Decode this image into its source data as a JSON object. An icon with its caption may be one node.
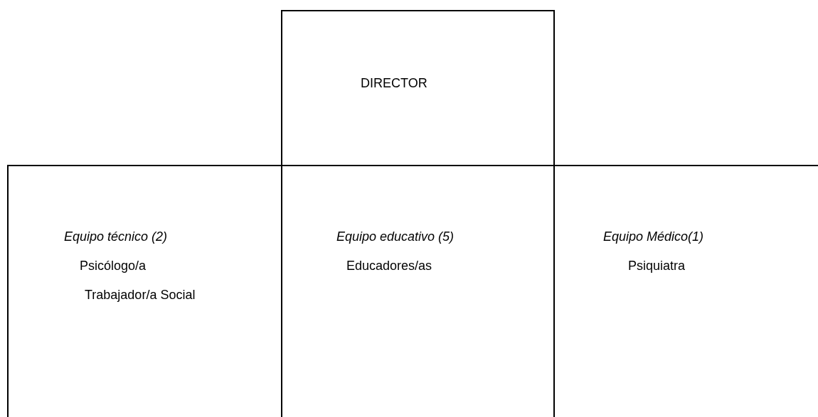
{
  "diagram": {
    "nodes": [
      {
        "text": [
          "DIRECTOR"
        ]
      },
      {
        "text": [
          "Equipo técnico (2)",
          "Psicólogo/a",
          "Trabajador/a Social"
        ]
      },
      {
        "text": [
          "Equipo educativo (5)",
          "Educadores/as"
        ]
      },
      {
        "text": [
          "Equipo Médico(1)",
          "Psiquiatra"
        ]
      }
    ]
  }
}
